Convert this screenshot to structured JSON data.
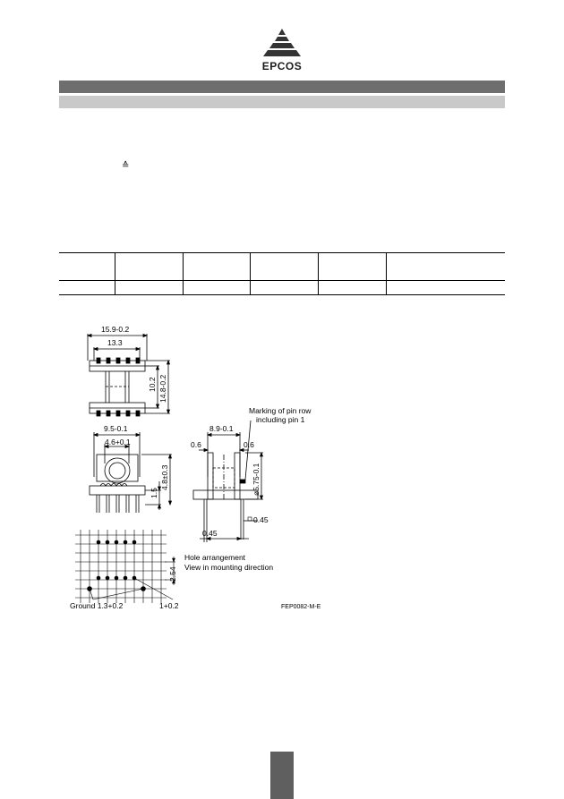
{
  "brand": {
    "name": "EPCOS"
  },
  "notes": {
    "symbol": "≙"
  },
  "drawing": {
    "dim_width_overall": "15.9-0.2",
    "dim_width_inner": "13.3",
    "dim_height_inner": "10.2",
    "dim_height_overall": "14.8-0.2",
    "dim_front_width": "9.5-0.1",
    "dim_bore": "4.6+0.1",
    "dim_height_center": "4.8±0.3",
    "dim_flange": "1.5",
    "dim_side_width": "8.9-0.1",
    "dim_left_wall": "0.6",
    "dim_right_wall": "0.6",
    "dim_pin_dia": "ø5.75-0.1",
    "dim_pin_square": "0.45",
    "dim_pin_offset": "0.45",
    "dim_pitch": "2.54",
    "marking_note_1": "Marking of pin row",
    "marking_note_2": "including pin 1",
    "hole_note_1": "Hole arrangement",
    "hole_note_2": "View in mounting direction",
    "ground_label": "Ground 1.3+0.2",
    "pin_hole_label": "1+0.2",
    "figure_code": "FEP0082-M-E"
  }
}
